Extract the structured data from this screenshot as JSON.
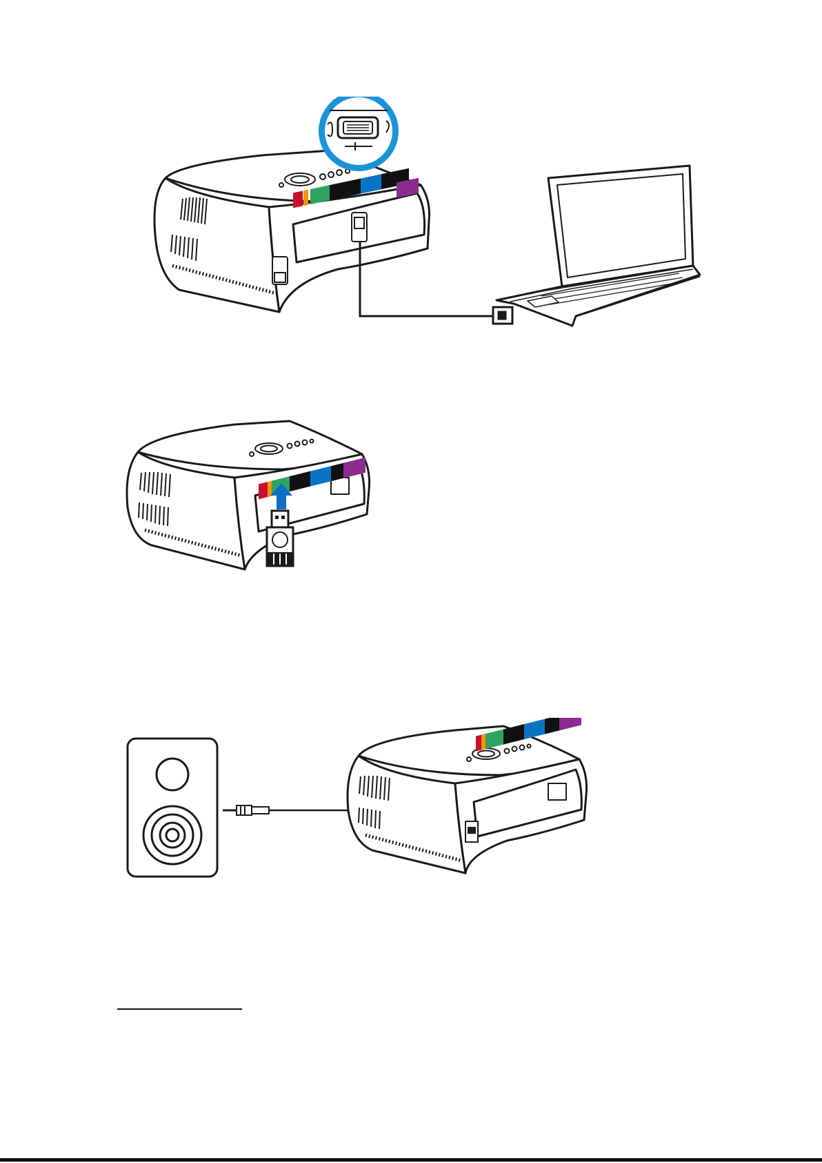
{
  "colors": {
    "line": "#1a1a1a",
    "callout_blue": "#1a93d8",
    "panel_red": "#c8102e",
    "panel_orange": "#f29400",
    "panel_green": "#2ea35f",
    "panel_blue": "#0a74c4",
    "panel_purple": "#8a2d8f",
    "arrow_blue": "#0d6fc2"
  },
  "figures": [
    {
      "name": "projector-to-laptop-vga",
      "icons": [
        "projector-icon",
        "magnifier-callout-icon",
        "vga-port-icon",
        "vga-cable-icon",
        "laptop-icon"
      ]
    },
    {
      "name": "usb-flash-drive-insertion",
      "icons": [
        "projector-icon",
        "up-arrow-icon",
        "usb-flash-drive-icon"
      ]
    },
    {
      "name": "audio-out-to-speaker",
      "icons": [
        "speaker-icon",
        "audio-jack-icon",
        "audio-cable-icon",
        "projector-icon"
      ]
    }
  ]
}
